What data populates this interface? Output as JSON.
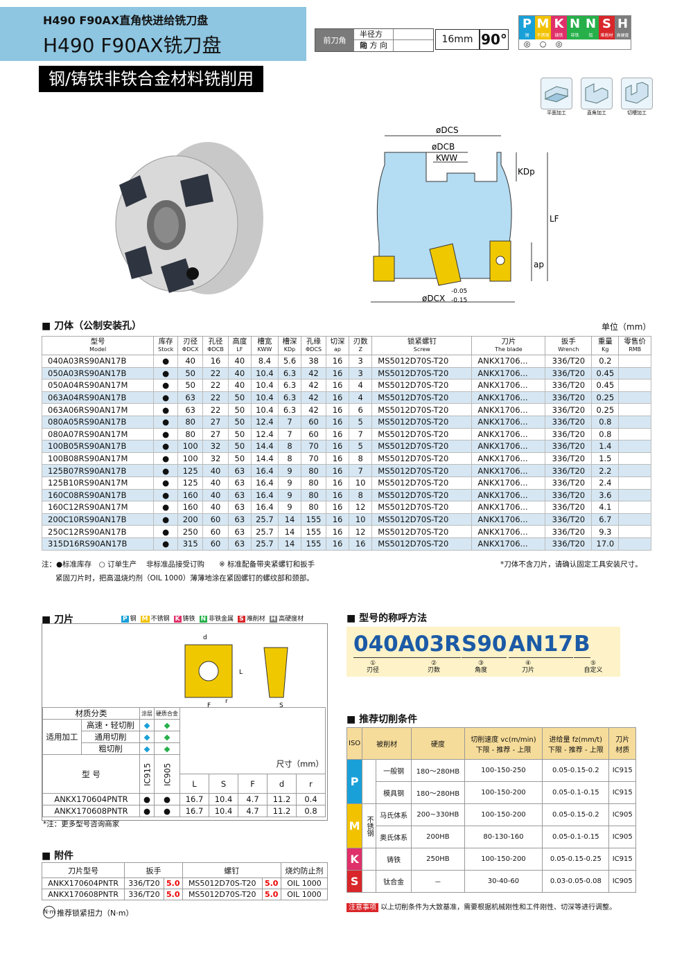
{
  "header": {
    "line1": "H490 F90AX直角快进给铣刀盘",
    "line2": "H490 F90AX铣刀盘",
    "lead_label": "前刀角",
    "radial": "半径方向",
    "axial": "轴 方 向",
    "dia": "16mm",
    "angle": "90°"
  },
  "materials": [
    {
      "letter": "P",
      "name": "钢",
      "color": "#1aa0d8",
      "sym": "◎"
    },
    {
      "letter": "M",
      "name": "不锈钢",
      "color": "#f2c200",
      "sym": "○"
    },
    {
      "letter": "K",
      "name": "铸铁",
      "color": "#e0306a",
      "sym": "◎"
    },
    {
      "letter": "N",
      "name": "非铁",
      "color": "#27b04a",
      "sym": ""
    },
    {
      "letter": "N",
      "name": "铝",
      "color": "#27b04a",
      "sym": ""
    },
    {
      "letter": "S",
      "name": "难削材",
      "color": "#d9262a",
      "sym": ""
    },
    {
      "letter": "H",
      "name": "高硬度材",
      "color": "#7d7d7d",
      "sym": ""
    }
  ],
  "subtitle": "钢/铸铁非铁合金材料铣削用",
  "ops": [
    "平面加工",
    "直角加工",
    "切槽加工"
  ],
  "drawing": {
    "dcs": "øDCS",
    "dcb": "øDCB",
    "kww": "KWW",
    "kdp": "KDp",
    "lf": "LF",
    "ap": "ap",
    "dcx": "øDCX",
    "tol1": "-0.05",
    "tol2": "-0.15"
  },
  "body": {
    "title": "刀体（公制安装孔）",
    "unit": "单位（mm）",
    "headers": [
      [
        "型号",
        "Model"
      ],
      [
        "库存",
        "Stock"
      ],
      [
        "刃径",
        "ΦDCX"
      ],
      [
        "孔径",
        "ΦDCB"
      ],
      [
        "高度",
        "LF"
      ],
      [
        "槽宽",
        "KWW"
      ],
      [
        "槽深",
        "KDp"
      ],
      [
        "孔缘",
        "ΦDCS"
      ],
      [
        "切深",
        "ap"
      ],
      [
        "刃数",
        "Z"
      ],
      [
        "锁紧螺钉",
        "Screw"
      ],
      [
        "刀片",
        "The blade"
      ],
      [
        "扳手",
        "Wrench"
      ],
      [
        "重量",
        "Kg"
      ],
      [
        "零售价",
        "RMB"
      ]
    ],
    "rows": [
      [
        "040A03RS90AN17B",
        "●",
        "40",
        "16",
        "40",
        "8.4",
        "5.6",
        "38",
        "16",
        "3",
        "MS5012D70S-T20",
        "ANKX1706...",
        "336/T20",
        "0.2",
        ""
      ],
      [
        "050A03RS90AN17B",
        "●",
        "50",
        "22",
        "40",
        "10.4",
        "6.3",
        "42",
        "16",
        "3",
        "MS5012D70S-T20",
        "ANKX1706...",
        "336/T20",
        "0.45",
        ""
      ],
      [
        "050A04RS90AN17M",
        "●",
        "50",
        "22",
        "40",
        "10.4",
        "6.3",
        "42",
        "16",
        "4",
        "MS5012D70S-T20",
        "ANKX1706...",
        "336/T20",
        "0.45",
        ""
      ],
      [
        "063A04RS90AN17B",
        "●",
        "63",
        "22",
        "50",
        "10.4",
        "6.3",
        "42",
        "16",
        "4",
        "MS5012D70S-T20",
        "ANKX1706...",
        "336/T20",
        "0.25",
        ""
      ],
      [
        "063A06RS90AN17M",
        "●",
        "63",
        "22",
        "50",
        "10.4",
        "6.3",
        "42",
        "16",
        "6",
        "MS5012D70S-T20",
        "ANKX1706...",
        "336/T20",
        "0.25",
        ""
      ],
      [
        "080A05RS90AN17B",
        "●",
        "80",
        "27",
        "50",
        "12.4",
        "7",
        "60",
        "16",
        "5",
        "MS5012D70S-T20",
        "ANKX1706...",
        "336/T20",
        "0.8",
        ""
      ],
      [
        "080A07RS90AN17M",
        "●",
        "80",
        "27",
        "50",
        "12.4",
        "7",
        "60",
        "16",
        "7",
        "MS5012D70S-T20",
        "ANKX1706...",
        "336/T20",
        "0.8",
        ""
      ],
      [
        "100B05RS90AN17B",
        "●",
        "100",
        "32",
        "50",
        "14.4",
        "8",
        "70",
        "16",
        "5",
        "MS5012D70S-T20",
        "ANKX1706...",
        "336/T20",
        "1.4",
        ""
      ],
      [
        "100B08RS90AN17M",
        "●",
        "100",
        "32",
        "50",
        "14.4",
        "8",
        "70",
        "16",
        "8",
        "MS5012D70S-T20",
        "ANKX1706...",
        "336/T20",
        "1.5",
        ""
      ],
      [
        "125B07RS90AN17B",
        "●",
        "125",
        "40",
        "63",
        "16.4",
        "9",
        "80",
        "16",
        "7",
        "MS5012D70S-T20",
        "ANKX1706...",
        "336/T20",
        "2.2",
        ""
      ],
      [
        "125B10RS90AN17M",
        "●",
        "125",
        "40",
        "63",
        "16.4",
        "9",
        "80",
        "16",
        "10",
        "MS5012D70S-T20",
        "ANKX1706...",
        "336/T20",
        "2.4",
        ""
      ],
      [
        "160C08RS90AN17B",
        "●",
        "160",
        "40",
        "63",
        "16.4",
        "9",
        "80",
        "16",
        "8",
        "MS5012D70S-T20",
        "ANKX1706...",
        "336/T20",
        "3.6",
        ""
      ],
      [
        "160C12RS90AN17M",
        "●",
        "160",
        "40",
        "63",
        "16.4",
        "9",
        "80",
        "16",
        "12",
        "MS5012D70S-T20",
        "ANKX1706...",
        "336/T20",
        "4.1",
        ""
      ],
      [
        "200C10RS90AN17B",
        "●",
        "200",
        "60",
        "63",
        "25.7",
        "14",
        "155",
        "16",
        "10",
        "MS5012D70S-T20",
        "ANKX1706...",
        "336/T20",
        "6.7",
        ""
      ],
      [
        "250C12RS90AN17B",
        "●",
        "250",
        "60",
        "63",
        "25.7",
        "14",
        "155",
        "16",
        "12",
        "MS5012D70S-T20",
        "ANKX1706...",
        "336/T20",
        "9.3",
        ""
      ],
      [
        "315D16RS90AN17B",
        "●",
        "315",
        "60",
        "63",
        "25.7",
        "14",
        "155",
        "16",
        "16",
        "MS5012D70S-T20",
        "ANKX1706...",
        "336/T20",
        "17.0",
        ""
      ]
    ],
    "note1": "注：●标准库存　○ 订单生产　 非标准品接受订购　　※ 标准配备带夹紧螺钉和扳手",
    "note2": "*刀体不含刀片，请确认固定工具安装尺寸。",
    "note3": "紧固刀片时，把高温烧灼剂（OIL 1000）薄薄地涂在紧固螺钉的螺纹部和颈部。"
  },
  "insert": {
    "title": "刀片",
    "legend": [
      [
        "P",
        "钢",
        "#1aa0d8"
      ],
      [
        "M",
        "不锈钢",
        "#f2c200"
      ],
      [
        "K",
        "铸铁",
        "#e0306a"
      ],
      [
        "N",
        "非铁金属",
        "#27b04a"
      ],
      [
        "S",
        "难削材",
        "#d9262a"
      ],
      [
        "H",
        "高硬度材",
        "#7d7d7d"
      ]
    ],
    "mat_cls": "材质分类",
    "coat": "涂层",
    "hard": "硬质合金",
    "apply": "适用加工",
    "ops": [
      "高速・轻切削",
      "通用切削",
      "粗切削"
    ],
    "model": "型 号",
    "size": "尺寸（mm）",
    "grades": [
      "IC915",
      "IC905"
    ],
    "dims": [
      "L",
      "S",
      "F",
      "d",
      "r"
    ],
    "rows": [
      [
        "ANKX170604PNTR",
        "●",
        "●",
        "16.7",
        "10.4",
        "4.7",
        "11.2",
        "0.4"
      ],
      [
        "ANKX170608PNTR",
        "●",
        "●",
        "16.7",
        "10.4",
        "4.7",
        "11.2",
        "0.8"
      ]
    ],
    "note": "*注：更多型号咨询商家",
    "fig": {
      "d": "d",
      "l": "L",
      "f": "F",
      "r": "r",
      "s": "S"
    }
  },
  "accessory": {
    "title": "附件",
    "headers": [
      "刀片型号",
      "扳手",
      "螺钉",
      "烧灼防止剂"
    ],
    "rows": [
      [
        "ANKX170604PNTR",
        "336/T20",
        "5.0",
        "MS5012D70S-T20",
        "5.0",
        "OIL 1000"
      ],
      [
        "ANKX170608PNTR",
        "336/T20",
        "5.0",
        "MS5012D70S-T20",
        "5.0",
        "OIL 1000"
      ]
    ],
    "torque": "推荐锁紧扭力（N·m）"
  },
  "code": {
    "title": "型号的称呼方法",
    "parts": [
      "040A",
      "03R",
      "S90",
      "AN17",
      "B"
    ],
    "labels": [
      "①\n刃径",
      "②\n刃数",
      "③\n角度",
      "④\n刀片",
      "⑤\n自定义"
    ]
  },
  "cutting": {
    "title": "推荐切削条件",
    "headers": [
      "ISO",
      "被削材",
      "硬度",
      "切削速度 vc(m/min)\n下限 - 推荐 - 上限",
      "进给量 fz(mm/t)\n下限 - 推荐 - 上限",
      "刀片\n材质"
    ],
    "groups": [
      {
        "iso": "P",
        "color": "#1aa0d8",
        "rows": [
          [
            "一般钢",
            "180～280HB",
            "100-150-250",
            "0.05-0.15-0.2",
            "IC915"
          ],
          [
            "模具钢",
            "180～280HB",
            "100-150-200",
            "0.05-0.1-0.15",
            "IC915"
          ]
        ]
      },
      {
        "iso": "M",
        "color": "#f2c200",
        "sub": "不锈钢",
        "rows": [
          [
            "马氏体系",
            "200~330HB",
            "100-150-200",
            "0.05-0.15-0.2",
            "IC905"
          ],
          [
            "奥氏体系",
            "200HB",
            "80-130-160",
            "0.05-0.1-0.15",
            "IC905"
          ]
        ]
      },
      {
        "iso": "K",
        "color": "#e0306a",
        "rows": [
          [
            "铸铁",
            "250HB",
            "100-150-200",
            "0.05-0.15-0.25",
            "IC915"
          ]
        ]
      },
      {
        "iso": "S",
        "color": "#d9262a",
        "rows": [
          [
            "钛合金",
            "－",
            "30-40-60",
            "0.03-0.05-0.08",
            "IC905"
          ]
        ]
      }
    ],
    "note_tag": "注意事项",
    "note": "以上切削条件为大致基准，需要根据机械刚性和工件刚性、切深等进行调整。"
  }
}
